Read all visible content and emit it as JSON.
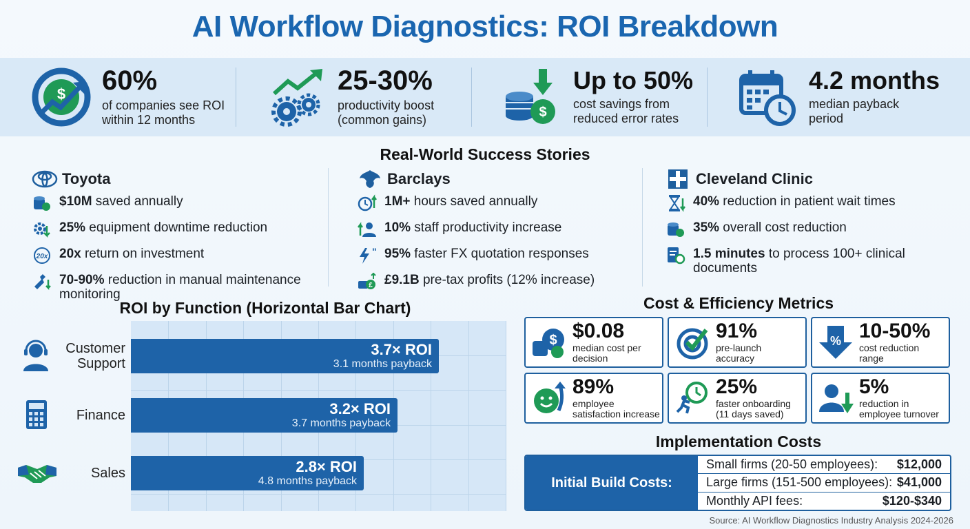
{
  "title": "AI Workflow Diagnostics: ROI Breakdown",
  "kpis": [
    {
      "value": "60%",
      "label_line1": "of companies see ROI",
      "label_line2": "within 12 months",
      "icon": "dollar-cycle-icon"
    },
    {
      "value": "25-30%",
      "label_line1": "productivity boost",
      "label_line2": "(common gains)",
      "icon": "gears-growth-icon"
    },
    {
      "value": "Up to 50%",
      "label_line1": "cost savings from",
      "label_line2": "reduced error rates",
      "icon": "coins-down-icon"
    },
    {
      "value": "4.2 months",
      "label_line1": "median payback",
      "label_line2": "period",
      "icon": "calendar-clock-icon"
    }
  ],
  "stories_title": "Real-World Success Stories",
  "stories": [
    {
      "company": "Toyota",
      "icon": "toyota-logo-icon",
      "items": [
        {
          "bold": "$10M",
          "text": " saved annually",
          "icon": "coins-icon"
        },
        {
          "bold": "25%",
          "text": " equipment downtime reduction",
          "icon": "gear-down-icon"
        },
        {
          "bold": "20x",
          "text": " return on investment",
          "icon": "cycle-20x-icon"
        },
        {
          "bold": "70-90%",
          "text": " reduction in manual maintenance monitoring",
          "icon": "wrench-icon"
        }
      ]
    },
    {
      "company": "Barclays",
      "icon": "eagle-logo-icon",
      "items": [
        {
          "bold": "1M+",
          "text": " hours saved annually",
          "icon": "clock-up-icon"
        },
        {
          "bold": "10%",
          "text": " staff productivity increase",
          "icon": "person-up-icon"
        },
        {
          "bold": "95%",
          "text": " faster FX quotation responses",
          "icon": "bolt-quote-icon"
        },
        {
          "bold": "£9.1B",
          "text": " pre-tax profits (12% increase)",
          "icon": "pound-coins-icon"
        }
      ]
    },
    {
      "company": "Cleveland Clinic",
      "icon": "clinic-logo-icon",
      "items": [
        {
          "bold": "40%",
          "text": " reduction in patient wait times",
          "icon": "hourglass-icon"
        },
        {
          "bold": "35%",
          "text": " overall cost reduction",
          "icon": "coins-icon"
        },
        {
          "bold": "1.5 minutes",
          "text": " to process 100+ clinical documents",
          "icon": "document-clock-icon"
        }
      ]
    }
  ],
  "chart_title": "ROI by Function (Horizontal Bar Chart)",
  "chart_data": {
    "type": "bar",
    "orientation": "horizontal",
    "title": "ROI by Function (Horizontal Bar Chart)",
    "categories": [
      "Customer Support",
      "Finance",
      "Sales"
    ],
    "values": [
      3.7,
      3.2,
      2.8
    ],
    "value_labels": [
      "3.7× ROI",
      "3.2× ROI",
      "2.8× ROI"
    ],
    "payback_labels": [
      "3.1 months payback",
      "3.7 months payback",
      "4.8 months payback"
    ],
    "payback_months": [
      3.1,
      3.7,
      4.8
    ],
    "xlim": [
      0,
      4.5
    ],
    "grid": true,
    "bar_color": "#1e63a8",
    "category_icons": [
      "headset-agent-icon",
      "calculator-icon",
      "handshake-icon"
    ]
  },
  "metrics_title": "Cost & Efficiency Metrics",
  "metrics": [
    {
      "value": "$0.08",
      "label_line1": "median cost per",
      "label_line2": "decision",
      "icon": "dollar-coins-icon"
    },
    {
      "value": "91%",
      "label_line1": "pre-launch",
      "label_line2": "accuracy",
      "icon": "target-check-icon"
    },
    {
      "value": "10-50%",
      "label_line1": "cost reduction",
      "label_line2": "range",
      "icon": "percent-down-icon"
    },
    {
      "value": "89%",
      "label_line1": "employee",
      "label_line2": "satisfaction increase",
      "icon": "smiley-up-icon"
    },
    {
      "value": "25%",
      "label_line1": "faster onboarding",
      "label_line2": "(11 days saved)",
      "icon": "runner-clock-icon"
    },
    {
      "value": "5%",
      "label_line1": "reduction in",
      "label_line2": "employee turnover",
      "icon": "person-down-icon"
    }
  ],
  "costs_title": "Implementation Costs",
  "costs": {
    "label": "Initial Build Costs:",
    "rows": [
      {
        "name": "Small firms (20-50 employees):",
        "value": "$12,000"
      },
      {
        "name": "Large firms (151-500 employees):",
        "value": "$41,000"
      },
      {
        "name": "Monthly API fees:",
        "value": "$120-$340"
      }
    ]
  },
  "source": "Source: AI Workflow Diagnostics Industry Analysis 2024-2026",
  "colors": {
    "primary": "#1a66b0",
    "bar": "#1e63a8",
    "green": "#1f9a56",
    "band": "#d9e9f7"
  }
}
